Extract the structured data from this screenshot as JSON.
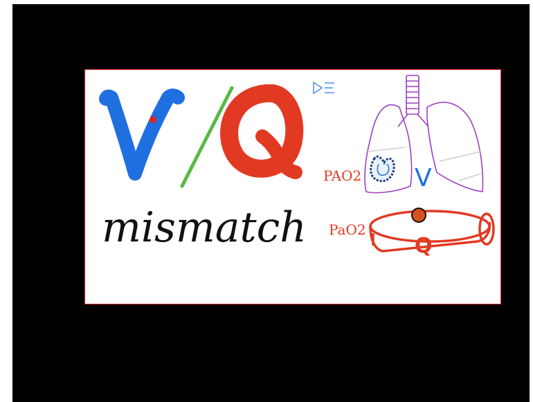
{
  "slide": {
    "title_v": "V",
    "title_q": "Q",
    "subtitle": "mismatch",
    "logo_text": "▷Ξ",
    "label_pa_alveolar": "PAO2",
    "label_pa_arterial": "PaO2",
    "label_v": "V",
    "label_q": "Q"
  },
  "colors": {
    "v_blue": "#1f6fe0",
    "slash_green": "#5ab945",
    "q_red": "#e23a22",
    "lung_purple": "#9b3fc4",
    "frame": "#000000",
    "border_red": "#e0231f"
  },
  "icons": [
    "lungs-icon",
    "blood-vessel-icon",
    "alveolus-icon",
    "logo-icon"
  ]
}
